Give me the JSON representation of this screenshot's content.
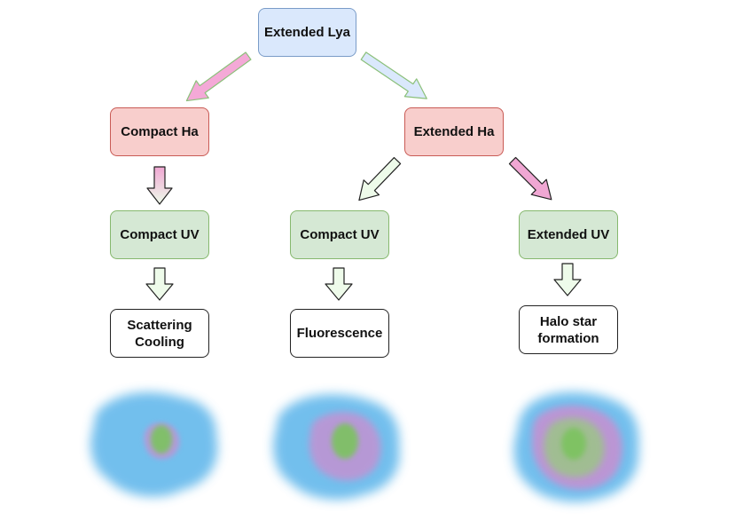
{
  "nodes": {
    "extended_lya": "Extended Lya",
    "compact_ha": "Compact Ha",
    "extended_ha": "Extended Ha",
    "compact_uv_left": "Compact UV",
    "compact_uv_mid": "Compact UV",
    "extended_uv": "Extended UV",
    "scattering_cooling": "Scattering\nCooling",
    "fluorescence": "Fluorescence",
    "halo_star_formation": "Halo star\nformation"
  },
  "colors": {
    "blue_fill": "#dae8fc",
    "red_fill": "#f8cecc",
    "green_fill": "#d5e8d4",
    "arrow_pink": "#f4a9d7",
    "arrow_light_green": "#e9f8e6",
    "halo_blue": "#5ab4ea",
    "halo_purple": "#c88fd0",
    "core_green": "#7cc35e"
  },
  "icons": [
    "gradient-arrow-icon",
    "blob-illustration-icon"
  ]
}
